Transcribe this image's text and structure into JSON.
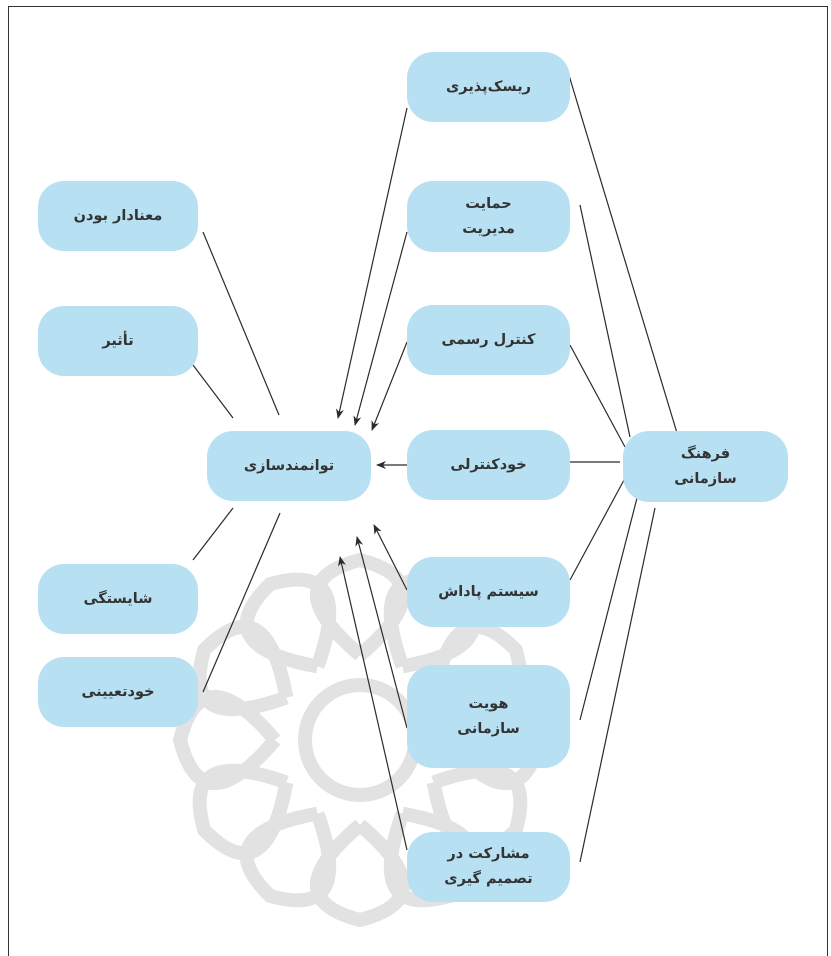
{
  "nodes": {
    "risk_taking": "ریسک‌پذیری",
    "management_support": "حمایت\nمدیریت",
    "formal_control": "کنترل رسمی",
    "self_control": "خودکنترلی",
    "reward_system": "سیستم پاداش",
    "organizational_identity": "هویت\nسازمانی",
    "decision_participation": "مشارکت در\nتصمیم گیری",
    "organizational_culture": "فرهنگ\nسازمانی",
    "empowerment": "توانمندسازی",
    "meaningfulness": "معنادار بودن",
    "impact": "تأثیر",
    "competence": "شایستگی",
    "self_determination": "خودتعیینی"
  },
  "colors": {
    "node_fill": "#b8e0f3",
    "line": "#2b2b2b",
    "text": "#333333",
    "watermark": "#d9d9d9"
  }
}
